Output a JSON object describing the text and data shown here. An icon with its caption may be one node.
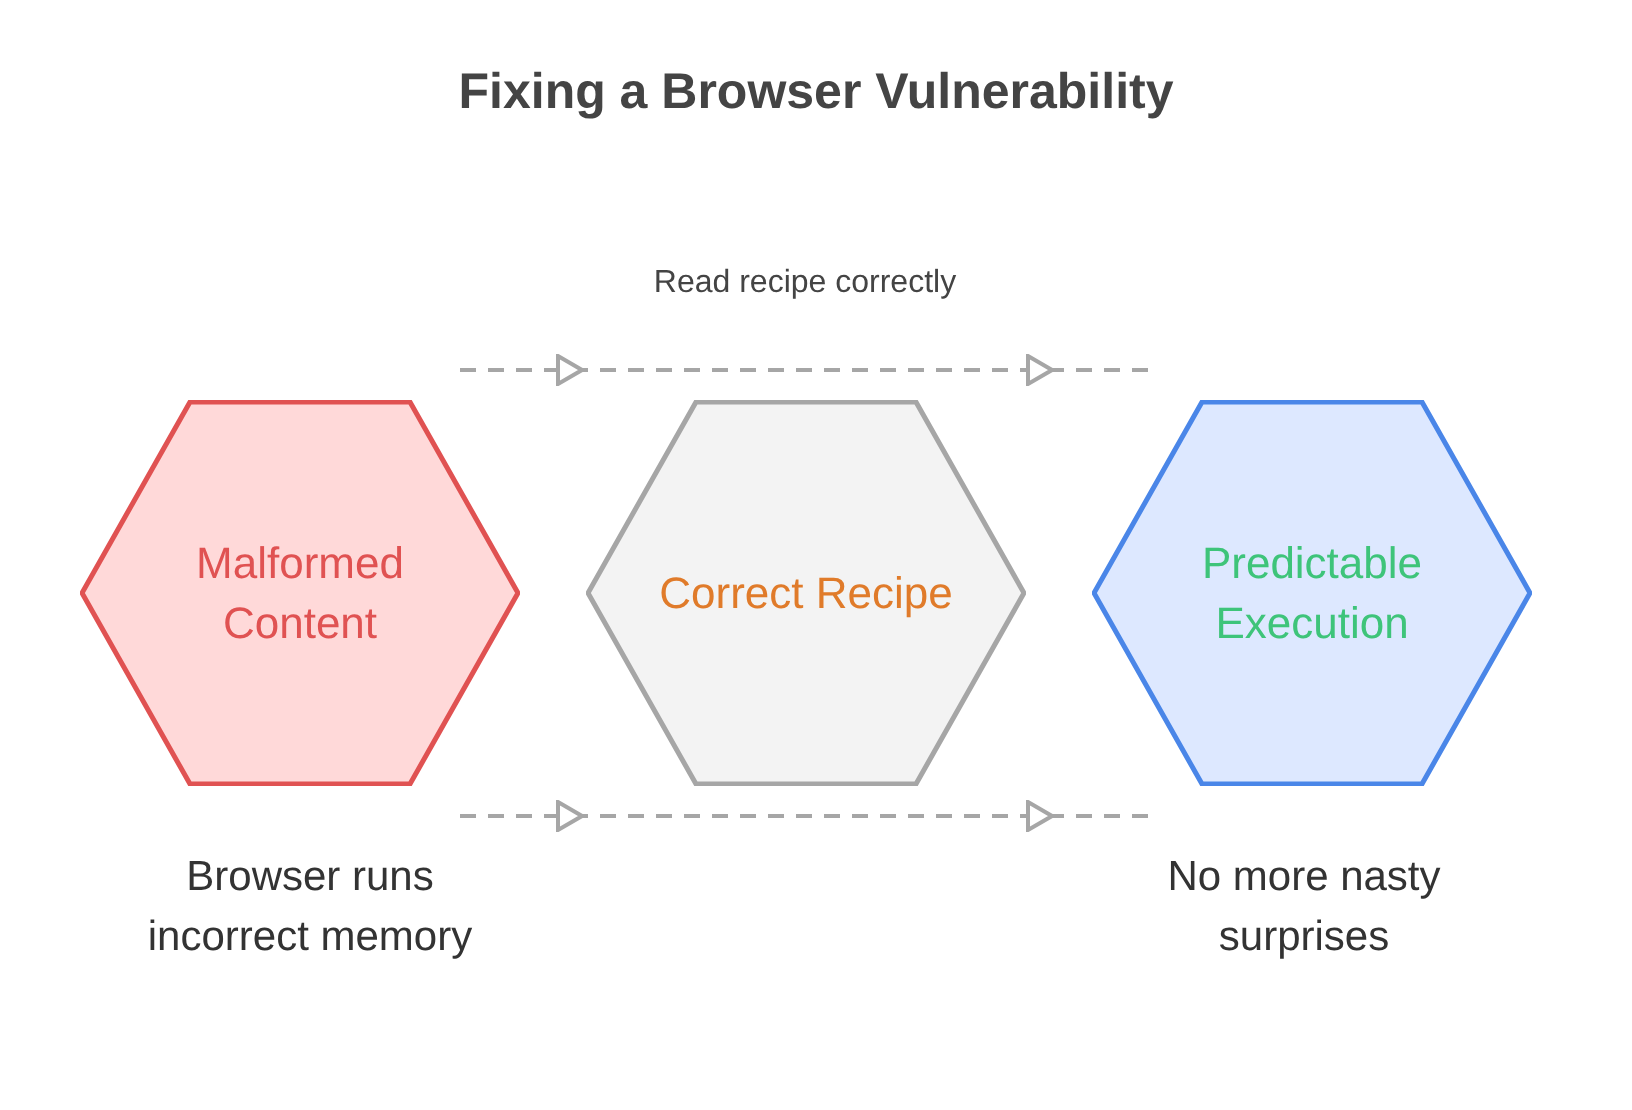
{
  "diagram": {
    "title": "Fixing a Browser Vulnerability",
    "nodes": [
      {
        "text": [
          "Malformed Content"
        ],
        "beside": [
          "Browser runs incorrect memory"
        ]
      },
      {
        "text": [
          "Correct Recipe"
        ]
      },
      {
        "text": [
          "Predictable Execution"
        ],
        "beside": [
          "No more nasty surprises"
        ]
      }
    ],
    "labels": [
      "Read recipe correctly"
    ]
  }
}
